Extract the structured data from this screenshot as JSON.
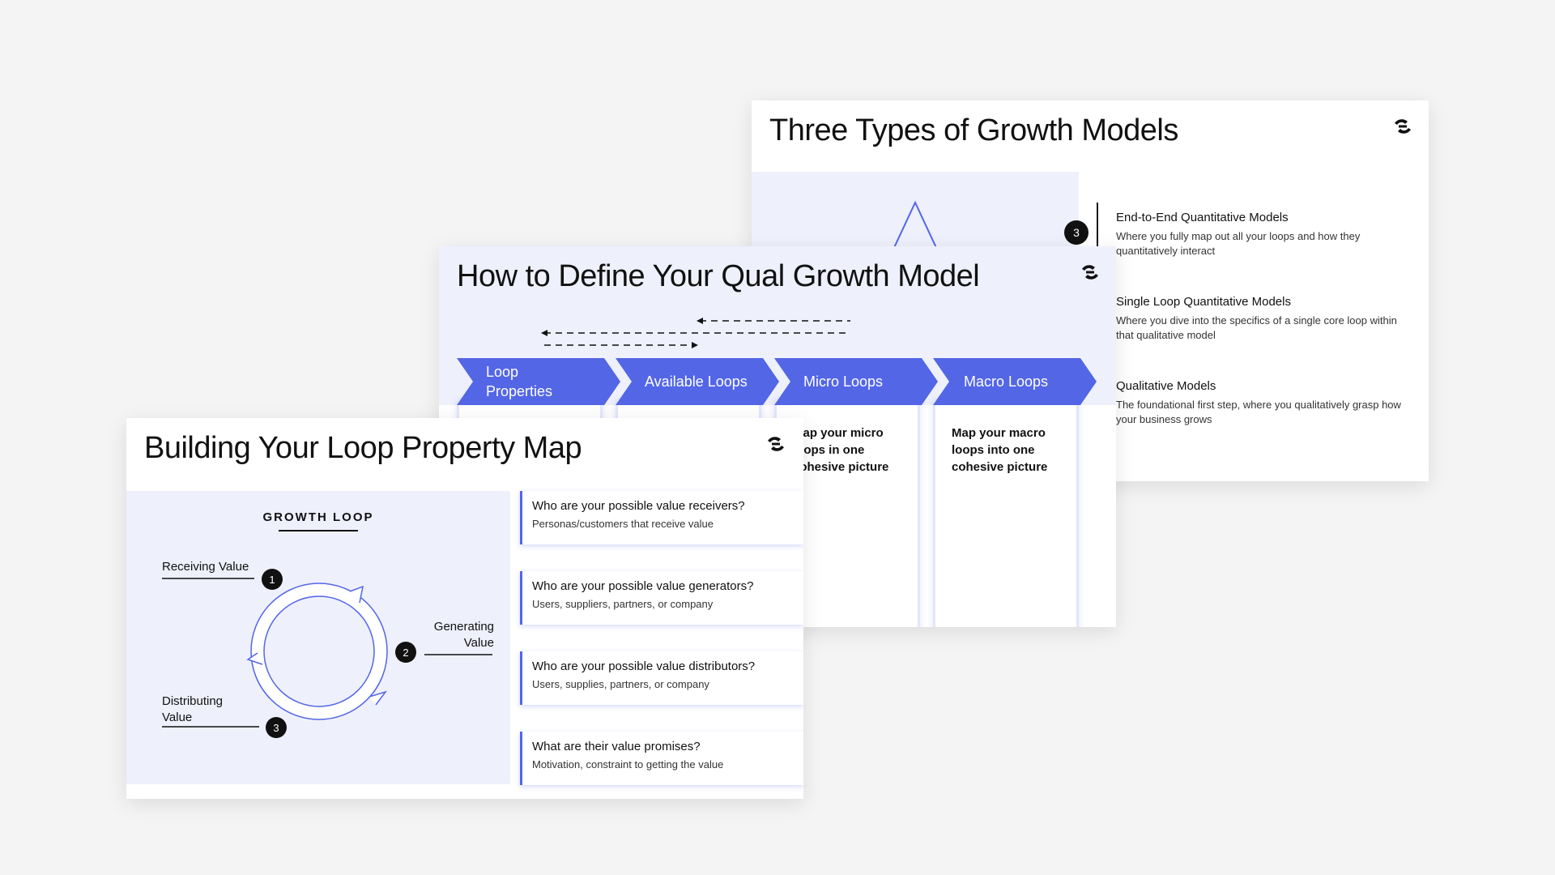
{
  "colors": {
    "accent": "#5366e6",
    "lavender": "#eef0fc",
    "dark": "#111111"
  },
  "slides": {
    "three_types": {
      "title": "Three Types of Growth Models",
      "badge": "3",
      "models": [
        {
          "title": "End-to-End Quantitative Models",
          "desc": "Where you fully map out all your loops and how they quantitatively interact"
        },
        {
          "title": "Single Loop Quantitative Models",
          "desc": "Where you dive into the specifics of a single core loop within that qualitative model"
        },
        {
          "title": "Qualitative Models",
          "desc": "The foundational first step, where you qualitatively grasp how your business grows"
        }
      ]
    },
    "qual": {
      "title": "How to Define Your Qual Growth Model",
      "steps": [
        {
          "label": "Loop Properties",
          "text": ""
        },
        {
          "label": "Available Loops",
          "text": ""
        },
        {
          "label": "Micro Loops",
          "text": "Map your micro loops in one cohesive picture"
        },
        {
          "label": "Macro Loops",
          "text": "Map your macro loops into one cohesive picture"
        }
      ]
    },
    "loop_map": {
      "title": "Building Your Loop Property Map",
      "diagram": {
        "heading": "GROWTH LOOP",
        "stages": [
          {
            "num": "1",
            "label": "Receiving Value"
          },
          {
            "num": "2",
            "label": "Generating Value"
          },
          {
            "num": "3",
            "label": "Distributing Value"
          }
        ]
      },
      "questions": [
        {
          "title": "Who are your possible value receivers?",
          "sub": "Personas/customers that receive value"
        },
        {
          "title": "Who are your possible value generators?",
          "sub": "Users, suppliers, partners, or company"
        },
        {
          "title": "Who are your possible value distributors?",
          "sub": "Users, supplies, partners, or company"
        },
        {
          "title": "What are their value promises?",
          "sub": "Motivation, constraint to getting the value"
        }
      ]
    }
  }
}
